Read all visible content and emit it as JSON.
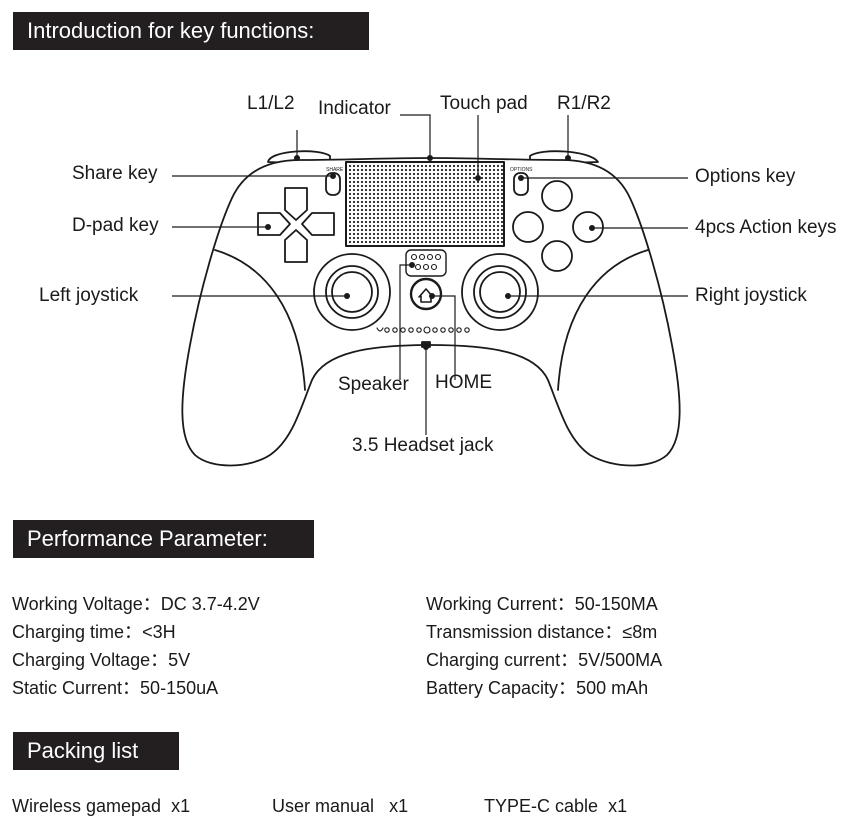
{
  "sections": {
    "intro": "Introduction for key functions:",
    "performance": "Performance Parameter:",
    "packing": "Packing list"
  },
  "labels": {
    "l1l2": "L1/L2",
    "indicator": "Indicator",
    "touch_pad": "Touch pad",
    "r1r2": "R1/R2",
    "share": "Share key",
    "options": "Options key",
    "dpad": "D-pad key",
    "action": "4pcs Action keys",
    "left_joystick": "Left joystick",
    "right_joystick": "Right joystick",
    "speaker": "Speaker",
    "home": "HOME",
    "headset": "3.5 Headset jack",
    "share_small": "SHARE",
    "options_small": "OPTIONS"
  },
  "parameters": {
    "left": [
      {
        "key": "Working Voltage：",
        "value": "DC 3.7-4.2V"
      },
      {
        "key": "Charging time：",
        "value": "<3H"
      },
      {
        "key": "Charging Voltage：",
        "value": "5V"
      },
      {
        "key": "Static Current：",
        "value": "50-150uA"
      }
    ],
    "right": [
      {
        "key": "Working Current：",
        "value": "50-150MA"
      },
      {
        "key": "Transmission distance：",
        "value": "≤8m"
      },
      {
        "key": "Charging current：",
        "value": "5V/500MA"
      },
      {
        "key": "Battery Capacity：",
        "value": "500 mAh"
      }
    ]
  },
  "packing_list": [
    {
      "name": "Wireless gamepad",
      "qty": "x1"
    },
    {
      "name": "User manual",
      "qty": "x1"
    },
    {
      "name": "TYPE-C cable",
      "qty": "x1"
    }
  ]
}
